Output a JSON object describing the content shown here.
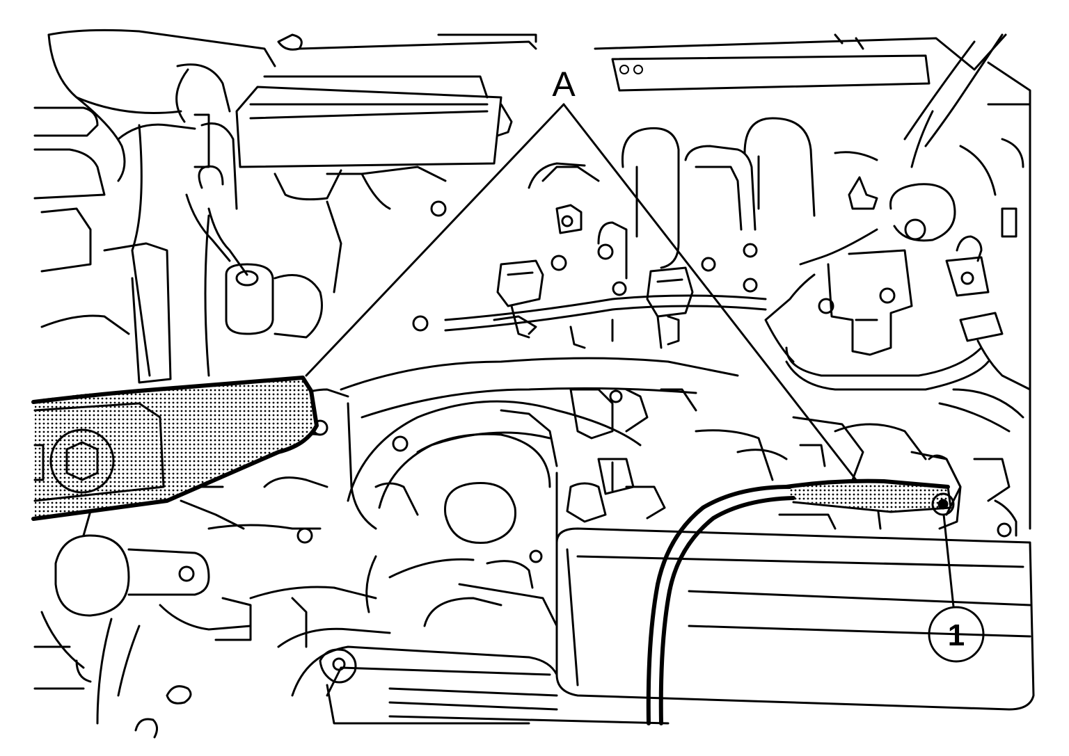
{
  "figure": {
    "callouts": [
      {
        "id": "A",
        "label": "A"
      },
      {
        "id": "1",
        "label": "1"
      }
    ]
  }
}
